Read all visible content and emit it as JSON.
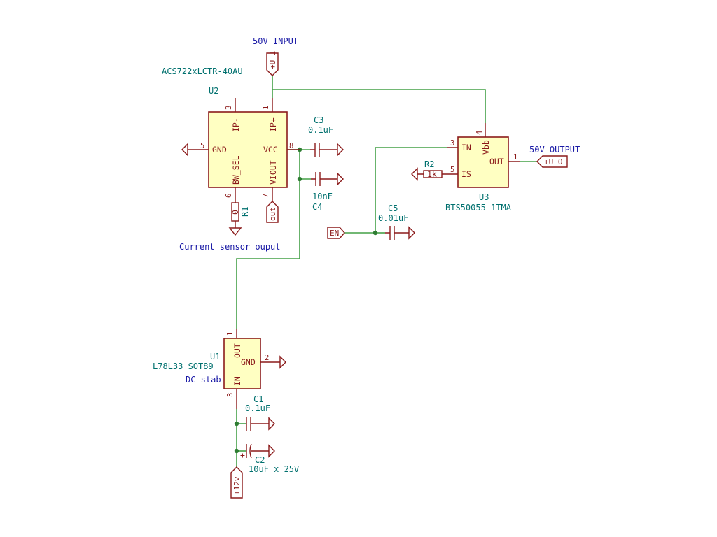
{
  "notes": {
    "input": "50V INPUT",
    "output": "50V OUTPUT",
    "sensor": "Current sensor ouput",
    "dcstab": "DC stab"
  },
  "ports": {
    "u_i": "+U_I",
    "u_o": "+U_O",
    "out": "out",
    "en": "EN",
    "v12": "+12v"
  },
  "u2": {
    "value": "ACS722xLCTR-40AU",
    "ref": "U2",
    "pins": {
      "ipm": "IP-",
      "ipp": "IP+",
      "gnd": "GND",
      "vcc": "VCC",
      "bwsel": "BW_SEL",
      "viout": "VIOUT",
      "n3": "3",
      "n1": "1",
      "n5": "5",
      "n8": "8",
      "n6": "6",
      "n7": "7"
    }
  },
  "u3": {
    "ref": "U3",
    "value": "BTS50055-1TMA",
    "pins": {
      "in": "IN",
      "is": "IS",
      "vbb": "Vbb",
      "out": "OUT",
      "n3": "3",
      "n5": "5",
      "n4": "4",
      "n1": "1"
    }
  },
  "u1": {
    "ref": "U1",
    "value": "L78L33_SOT89",
    "pins": {
      "out": "OUT",
      "gnd": "GND",
      "in": "IN",
      "n1": "1",
      "n2": "2",
      "n3": "3"
    }
  },
  "r1": {
    "ref": "R1",
    "value": "0"
  },
  "r2": {
    "ref": "R2",
    "value": "1k"
  },
  "c3": {
    "ref": "C3",
    "value": "0.1uF"
  },
  "c4": {
    "ref": "C4",
    "value": "10nF"
  },
  "c5": {
    "ref": "C5",
    "value": "0.01uF"
  },
  "c1": {
    "ref": "C1",
    "value": "0.1uF"
  },
  "c2": {
    "ref": "C2",
    "value": "10uF x 25V",
    "polarity": "+"
  },
  "colors": {
    "wire": "#43a047",
    "symbol": "#8b1a1a",
    "body_fill": "#ffffc2",
    "ref_text": "#00706e",
    "note_text": "#1a1aa6"
  }
}
